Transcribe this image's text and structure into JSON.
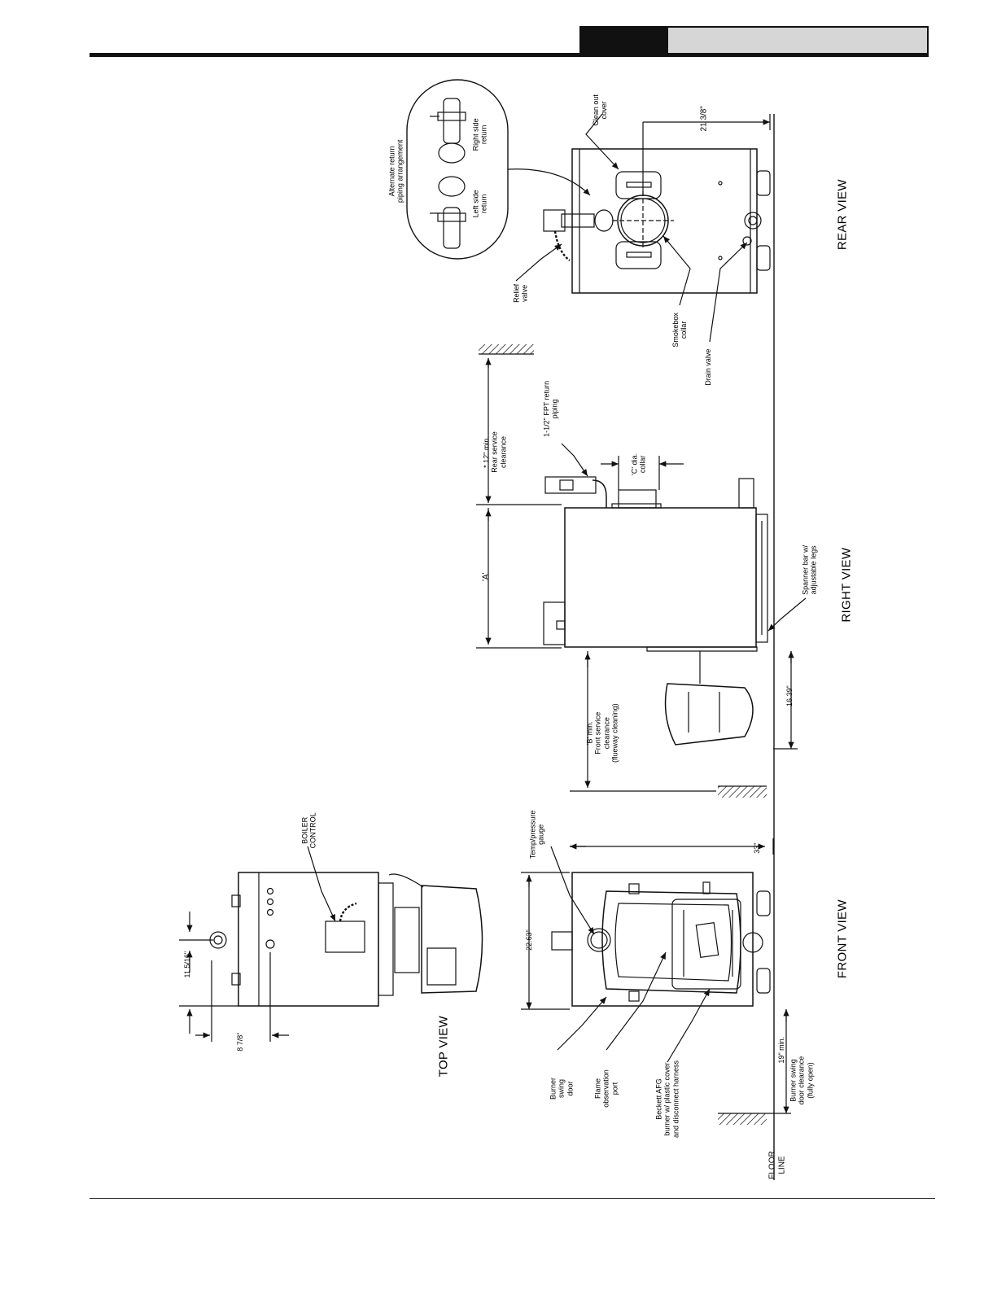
{
  "views": {
    "top": "TOP VIEW",
    "front": "FRONT VIEW",
    "right": "RIGHT VIEW",
    "rear": "REAR VIEW",
    "floor_line": "FLOOR\nLINE"
  },
  "labels": {
    "alternate_return": "Alternate return\npiping arrangement",
    "left_side_return": "Left side\nreturn",
    "right_side_return": "Right side\nreturn",
    "clean_out_cover": "Clean out\ncover",
    "relief_valve": "Relief\nvalve",
    "smokebox_collar": "Smokebox\ncollar",
    "drain_valve": "Drain valve",
    "rear_clearance": "* 12\" min.\nRear service\nclearance",
    "fpt_return": "1-1/2\" FPT return\npiping",
    "collar_dia": "'C' dia.\ncollar",
    "dim_a": "'A'",
    "spanner_bar": "Spanner bar w/\nadjustable legs",
    "front_clearance": "'B' min.\nFront service\nclearance\n(flueway cleaning)",
    "temp_gauge": "Temp/pressure\ngauge",
    "boiler_control": "BOILER\nCONTROL",
    "burner_swing_door": "Burner\nswing\ndoor",
    "flame_port": "Flame\nobservation\nport",
    "beckett_burner": "Beckett AFG\nburner w/ plastic cover\nand disconnect harness",
    "swing_clearance": "Burner swing\ndoor clearance\n(fully open)"
  },
  "dimensions": {
    "rear_21": "21 3/8\"",
    "width_22": "22.63\"",
    "height_33": "33\"",
    "depth_16": "16.39\"",
    "min_19": "19\" min.",
    "top_11": "11 5/16\"",
    "top_8": "8 7/8\""
  }
}
